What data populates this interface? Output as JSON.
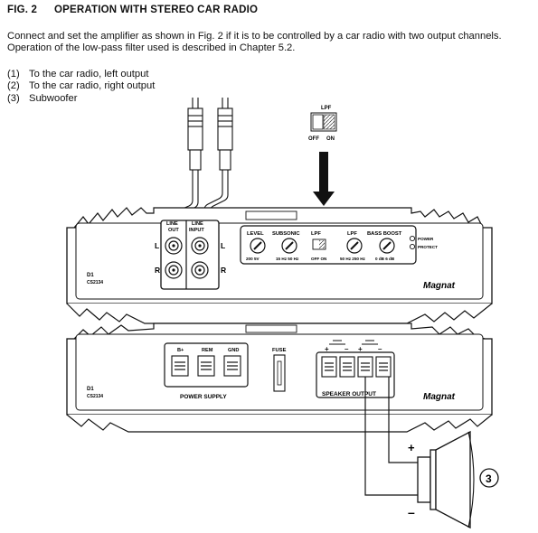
{
  "heading": {
    "number": "FIG. 2",
    "title": "OPERATION WITH STEREO CAR RADIO"
  },
  "intro": "Connect and set the amplifier as shown in Fig. 2 if it is to be controlled by a car radio with two output channels. Operation of the low-pass filter used is described in Chapter 5.2.",
  "legend": [
    {
      "num": "(1)",
      "text": "To the car radio, left output"
    },
    {
      "num": "(2)",
      "text": "To the car radio, right output"
    },
    {
      "num": "(3)",
      "text": "Subwoofer"
    }
  ],
  "switch": {
    "title": "LPF",
    "off": "OFF",
    "on": "ON"
  },
  "front_panel": {
    "line_out": [
      "LINE",
      "OUT"
    ],
    "line_input": [
      "LINE",
      "INPUT"
    ],
    "left": "L",
    "right": "R",
    "level": "LEVEL",
    "level_range": "200  5V",
    "subsonic": "SUBSONIC",
    "subsonic_range": "15 Hz  50 Hz",
    "lpf": "LPF",
    "lpf_range": "OFF  ON",
    "lpf_freq": "LPF",
    "lpf_freq_range": "50 Hz  250 Hz",
    "bass_boost": "BASS BOOST",
    "bass_boost_range": "0 dB  6 dB",
    "power": "POWER",
    "protect": "PROTECT",
    "model_top": "D1",
    "model_bottom": "CS2134",
    "brand": "Magnat"
  },
  "rear_panel": {
    "b_plus": "B+",
    "rem": "REM",
    "gnd": "GND",
    "fuse": "FUSE",
    "power_supply": "POWER SUPPLY",
    "speaker_output": "SPEAKER OUTPUT",
    "model_top": "D1",
    "model_bottom": "CS2134",
    "brand": "Magnat"
  },
  "speaker": {
    "plus": "+",
    "minus": "–",
    "callout": "3"
  }
}
